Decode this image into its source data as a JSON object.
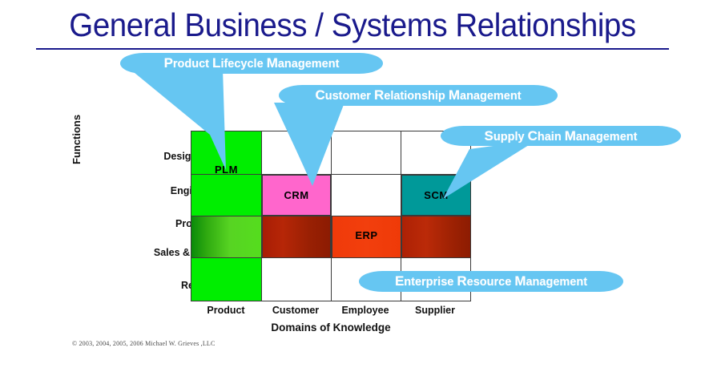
{
  "title": "General Business / Systems Relationships",
  "axes": {
    "y_title": "Functions",
    "x_title": "Domains of Knowledge",
    "rows": [
      "Design & Dev",
      "Engineering",
      "Production",
      "Sales & Service",
      "Recycling"
    ],
    "columns": [
      "Product",
      "Customer",
      "Employee",
      "Supplier"
    ]
  },
  "cells": {
    "plm": "PLM",
    "crm": "CRM",
    "scm": "SCM",
    "erp": "ERP"
  },
  "callouts": [
    {
      "id": "plm",
      "full": "Product Lifecycle Management",
      "parts": [
        "P",
        "roduct ",
        "L",
        "ifecycle ",
        "M",
        "anagement"
      ]
    },
    {
      "id": "crm",
      "full": "Customer Relationship Management",
      "parts": [
        "C",
        "ustomer ",
        "R",
        "elationship ",
        "M",
        "anagement"
      ]
    },
    {
      "id": "scm",
      "full": "Supply Chain  Management",
      "parts": [
        "S",
        "upply ",
        "C",
        "hain  ",
        "M",
        "anagement"
      ]
    },
    {
      "id": "erp",
      "full": "Enterprise Resource Management",
      "parts": [
        "E",
        "nterprise ",
        "R",
        "esource ",
        "M",
        "anagement"
      ]
    }
  ],
  "copyright": "© 2003, 2004, 2005, 2006 Michael W. Grieves ,LLC",
  "colors": {
    "title": "#1a1a8c",
    "bubble": "#66c6f2",
    "plm_green": "#00ee00",
    "crm_pink": "#ff66cc",
    "scm_teal": "#009999",
    "erp_red": "#f03a0a",
    "erp_red_dark": "#a81d05",
    "grid_line": "#3a3a3a"
  },
  "chart_data": {
    "type": "heatmap",
    "title": "General Business / Systems Relationships",
    "xlabel": "Domains of Knowledge",
    "ylabel": "Functions",
    "categories_x": [
      "Product",
      "Customer",
      "Employee",
      "Supplier"
    ],
    "categories_y": [
      "Design & Dev",
      "Engineering",
      "Production",
      "Sales & Service",
      "Recycling"
    ],
    "regions": [
      {
        "label": "PLM",
        "name": "Product Lifecycle Management",
        "x": [
          "Product"
        ],
        "y": [
          "Design & Dev",
          "Engineering",
          "Production",
          "Sales & Service",
          "Recycling"
        ],
        "color": "#00ee00"
      },
      {
        "label": "CRM",
        "name": "Customer Relationship Management",
        "x": [
          "Customer"
        ],
        "y": [
          "Engineering"
        ],
        "color": "#ff66cc"
      },
      {
        "label": "SCM",
        "name": "Supply Chain  Management",
        "x": [
          "Supplier"
        ],
        "y": [
          "Engineering"
        ],
        "color": "#009999"
      },
      {
        "label": "ERP",
        "name": "Enterprise Resource Management",
        "x": [
          "Product",
          "Customer",
          "Employee",
          "Supplier"
        ],
        "y": [
          "Production",
          "Sales & Service"
        ],
        "color": "#f03a0a"
      }
    ],
    "grid": true,
    "legend": "callout-bubbles"
  }
}
